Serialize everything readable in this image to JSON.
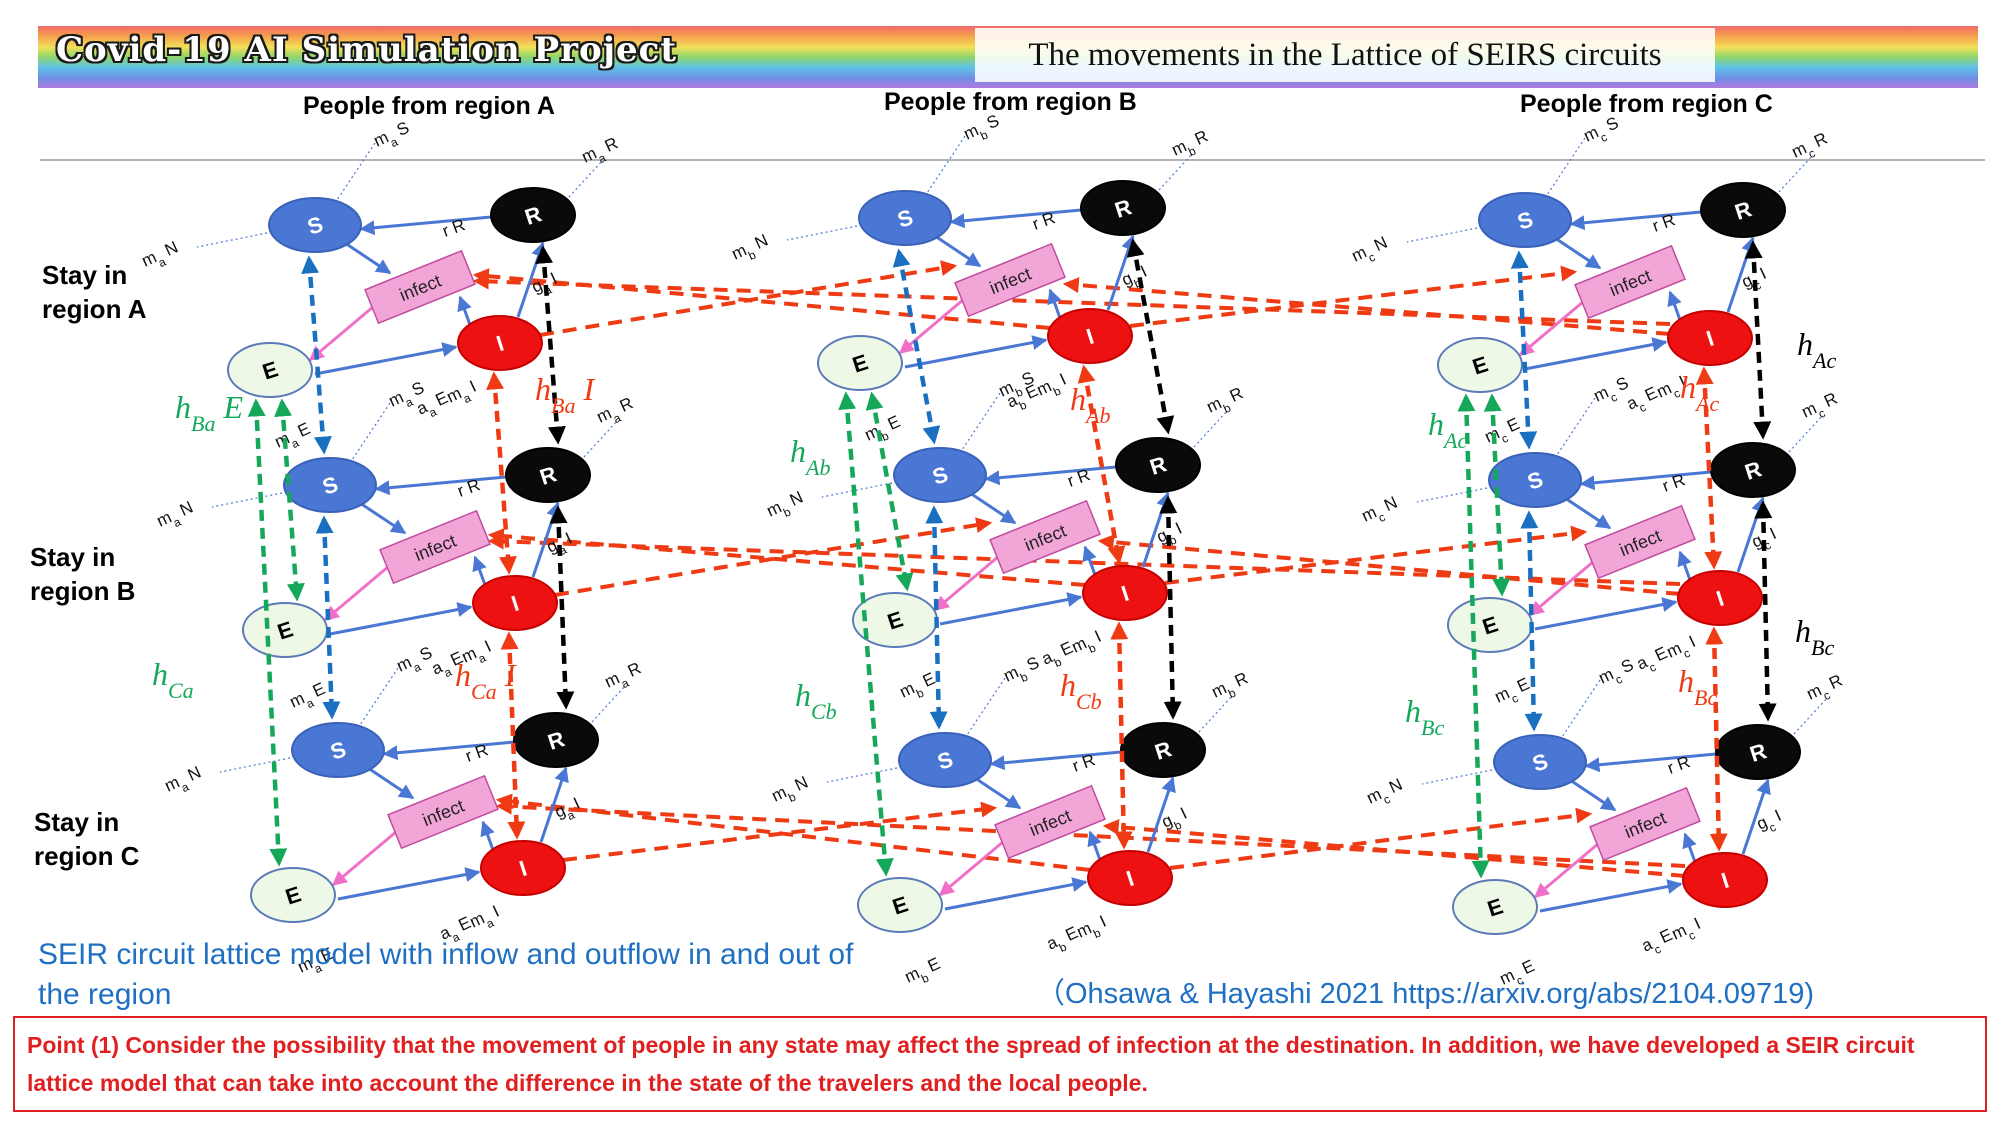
{
  "header": {
    "title": "Covid-19 AI Simulation Project",
    "subtitle": "The movements in the Lattice of SEIRS circuits"
  },
  "columns": [
    {
      "label": "People from region A"
    },
    {
      "label": "People from region B"
    },
    {
      "label": "People from region C"
    }
  ],
  "rows": [
    {
      "label_line1": "Stay in",
      "label_line2": "region A"
    },
    {
      "label_line1": "Stay in",
      "label_line2": "region B"
    },
    {
      "label_line1": "Stay in",
      "label_line2": "region C"
    }
  ],
  "nodes": {
    "S": "S",
    "E": "E",
    "I": "I",
    "R": "R",
    "infect": "infect"
  },
  "flow_labels": {
    "recovery": "r R",
    "gamma": "g"
  },
  "column_subscripts": [
    "a",
    "b",
    "c"
  ],
  "mobility_labels": {
    "colA": {
      "green_1": "Ba",
      "green_2": "Ca",
      "red_1": "Ba",
      "red_2": "Ca"
    },
    "colB": {
      "green_1": "Ab",
      "green_2": "Cb",
      "red_1": "Ab",
      "red_2": "Cb"
    },
    "colC": {
      "green_1": "Ac",
      "green_2": "Bc",
      "red_1": "Ac",
      "red_2": "Bc",
      "black_1": "Ac",
      "black_2": "Bc"
    }
  },
  "caption": "SEIR circuit lattice model with inflow and outflow in and out of the region",
  "citation": "（Ohsawa & Hayashi 2021 https://arxiv.org/abs/2104.09719)",
  "point": "Point (1) Consider the possibility that the movement of people in any state may affect the spread of infection at the destination. In addition, we have developed a SEIR circuit lattice model that can take into account the difference in the state of the travelers and the local people.",
  "colors": {
    "susceptible": "#4a77d4",
    "exposed": "#eef8e6",
    "infected": "#ee1111",
    "recovered": "#0a0a0a",
    "infect_box": "#f2a6d8",
    "flow_arrow": "#4a77d4",
    "infect_arrow": "#f070c8",
    "mobility_S": "#1a70c0",
    "mobility_E": "#16a85a",
    "mobility_I": "#ee3b14",
    "mobility_R": "#000000",
    "caption": "#1f6fc2",
    "point": "#e02020"
  }
}
